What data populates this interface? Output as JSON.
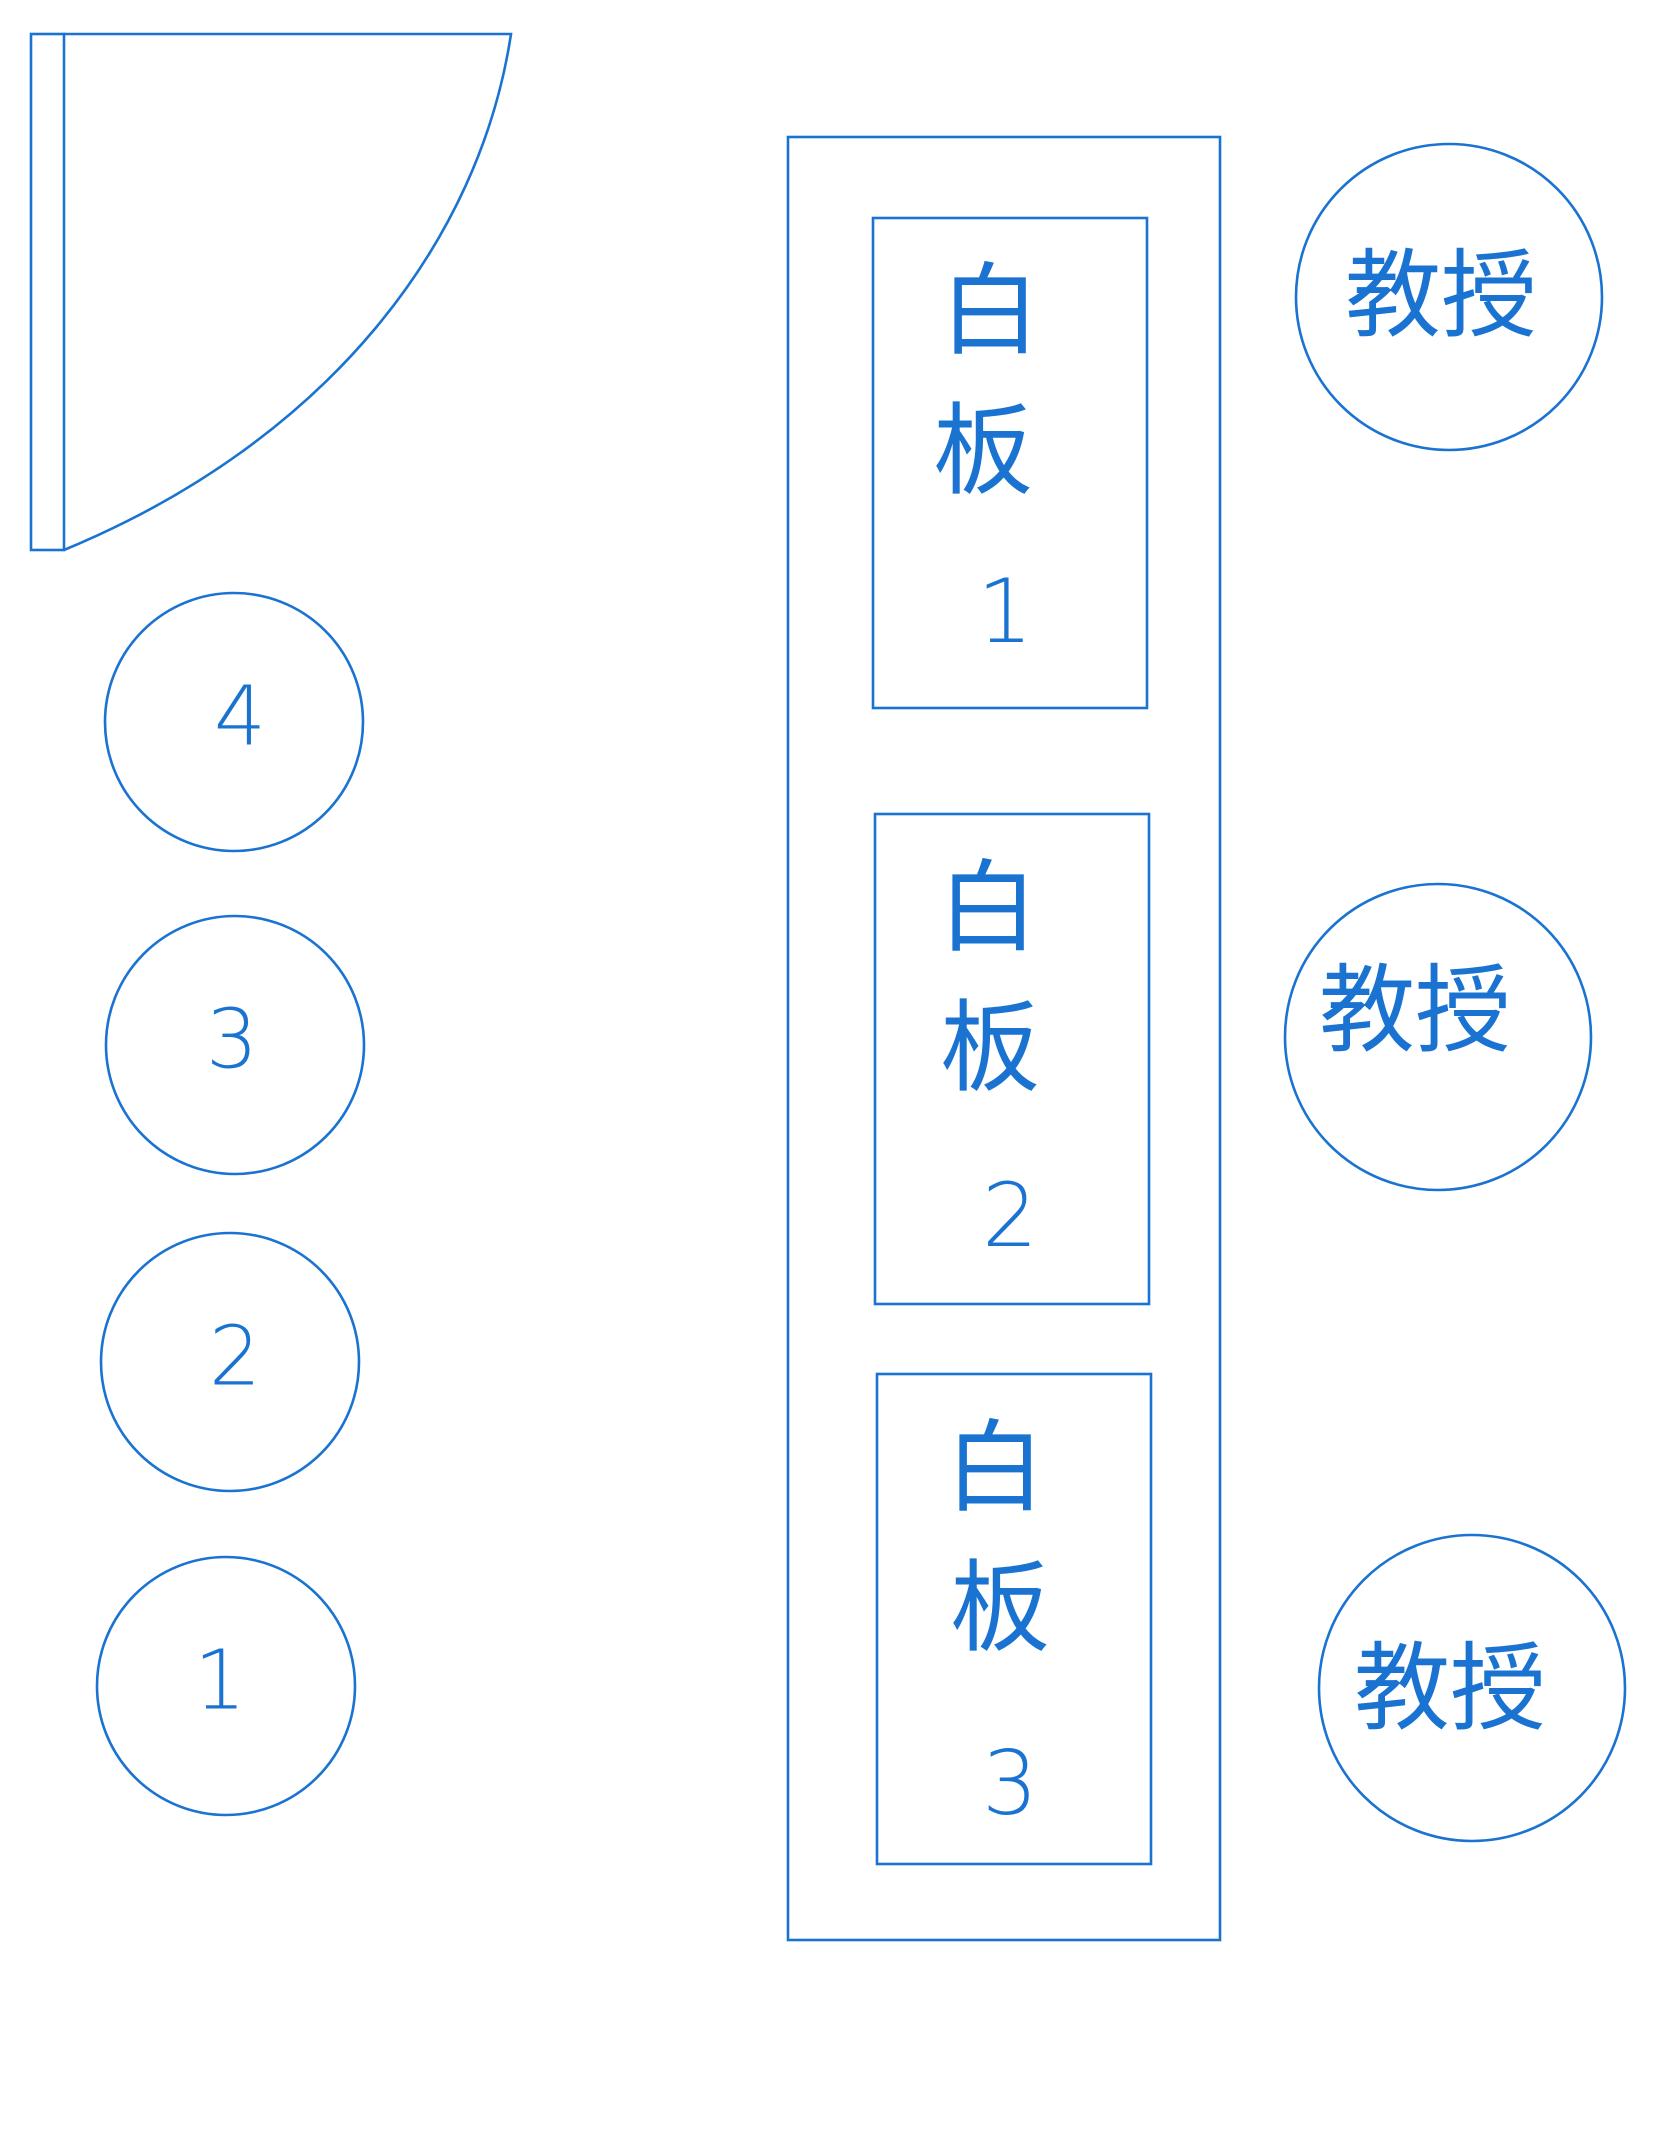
{
  "palette": {
    "stroke": "#1a73d1",
    "background": "#ffffff"
  },
  "door": {
    "shape": "door-swing"
  },
  "seats": [
    {
      "label": "4"
    },
    {
      "label": "3"
    },
    {
      "label": "2"
    },
    {
      "label": "1"
    }
  ],
  "whiteboards": [
    {
      "line1": "白",
      "line2": "板",
      "number": "1"
    },
    {
      "line1": "白",
      "line2": "板",
      "number": "2"
    },
    {
      "line1": "白",
      "line2": "板",
      "number": "3"
    }
  ],
  "professors": [
    {
      "label": "教授"
    },
    {
      "label": "教授"
    },
    {
      "label": "教授"
    }
  ]
}
